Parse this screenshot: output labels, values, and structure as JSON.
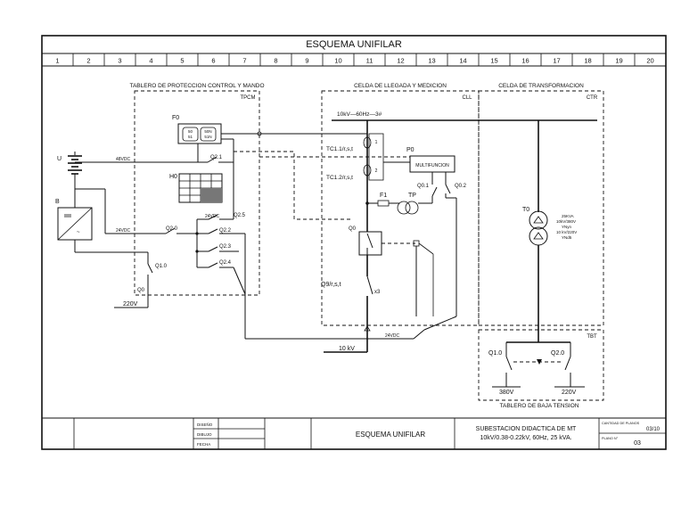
{
  "sheet": {
    "title": "ESQUEMA UNIFILAR",
    "columns": [
      "1",
      "2",
      "3",
      "4",
      "5",
      "6",
      "7",
      "8",
      "9",
      "10",
      "11",
      "12",
      "13",
      "14",
      "15",
      "16",
      "17",
      "18",
      "19",
      "20"
    ]
  },
  "sections": {
    "tpcm_title": "TABLERO DE PROTECCION CONTROL Y MANDO",
    "tpcm_code": "TPCM",
    "cll_title": "CELDA DE LLEGADA Y MEDICION",
    "cll_code": "CLL",
    "ctr_title": "CELDA DE TRANSFORMACION",
    "ctr_code": "CTR",
    "tbt_title": "TABLERO DE BAJA TENSION",
    "tbt_code": "TBT"
  },
  "labels": {
    "F0": "F0",
    "relay_50": "50",
    "relay_51": "51",
    "relay_50n": "50N",
    "relay_51n": "51N",
    "U": "U",
    "B": "B",
    "v48": "48VDC",
    "v24_a": "24VDC",
    "v24_b": "24VDC",
    "v24_c": "24VDC",
    "Q21": "Q2.1",
    "H0": "H0",
    "Q25": "Q2.5",
    "Q20": "Q2.0",
    "Q22": "Q2.2",
    "Q23": "Q2.3",
    "Q24": "Q2.4",
    "Q10": "Q1.0",
    "Q00": "Q0",
    "v220": "220V",
    "bus": "10kV—60Hz—3#",
    "TC11": "TC1.1/r,s,t",
    "TC12": "TC1.2/r,s,t",
    "tc_1": "1",
    "tc_2": "2",
    "P0": "P0",
    "multif": "MULTIFUNCION",
    "F1": "F1",
    "TP": "TP",
    "Q01": "Q0.1",
    "Q02": "Q0.2",
    "Q0": "Q0",
    "Q9": "Q9/r,s,t",
    "x3": "x3",
    "v10kv": "10 kV",
    "T0": "T0",
    "t_rating1": "25KVA",
    "t_rating2": "10kV/380V",
    "t_rating3": "YNyn",
    "t_rating4": "10 kV/220V",
    "t_rating5": "YNd5",
    "tbt_Q10": "Q1.0",
    "tbt_Q20": "Q2.0",
    "v380": "380V",
    "v220b": "220V"
  },
  "titleblock": {
    "diseno": "DISEÑO",
    "dibujo": "DIBUJO",
    "fecha": "FECHA",
    "name": "ESQUEMA UNIFILAR",
    "desc1": "SUBESTACION DIDACTICA DE MT",
    "desc2": "10kV/0.38-0.22kV, 60Hz, 25 kVA.",
    "plan_label": "CANTIDAD DE PLANOS",
    "plan_value": "03/10",
    "plano_label": "PLANO N°",
    "plano_value": "03"
  }
}
